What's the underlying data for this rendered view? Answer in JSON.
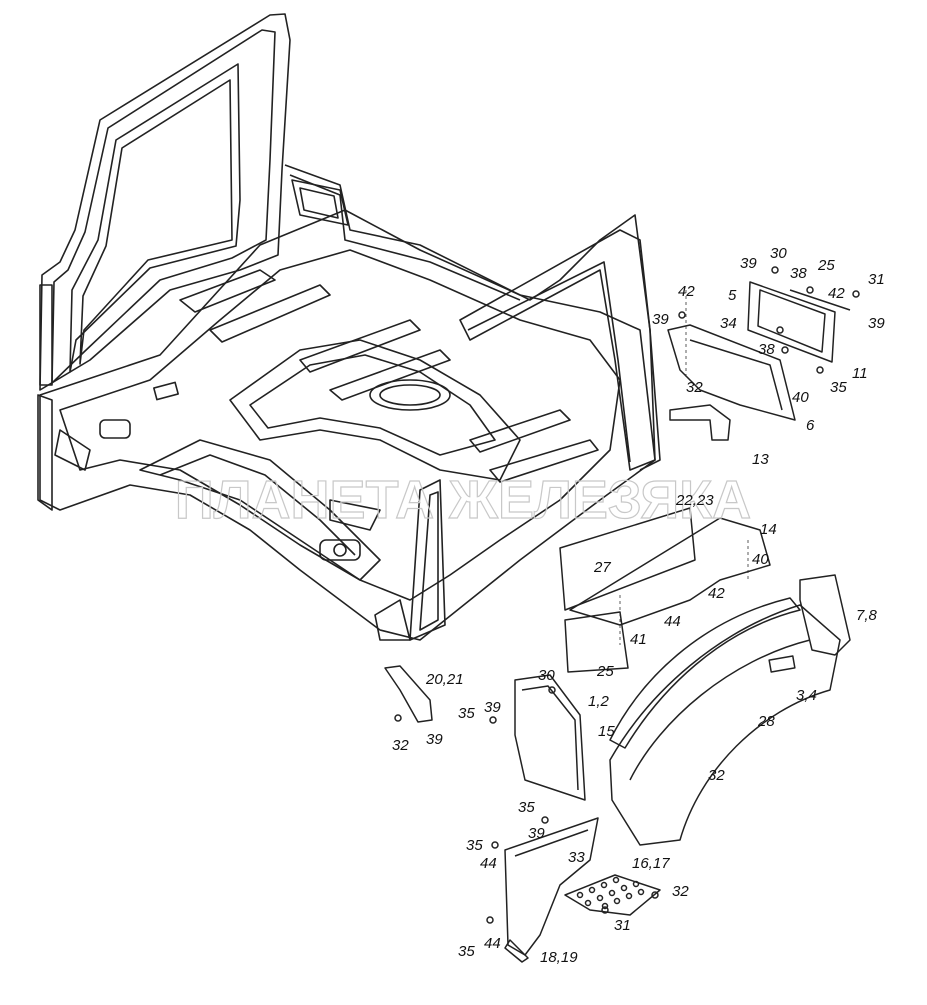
{
  "watermark": "ПЛАНЕТА ЖЕЛЕЗЯКА",
  "labels": {
    "l_30a": "30",
    "l_39a": "39",
    "l_38a": "38",
    "l_25a": "25",
    "l_31a": "31",
    "l_42a": "42",
    "l_5": "5",
    "l_39b": "39",
    "l_34": "34",
    "l_38b": "38",
    "l_40a": "40",
    "l_35a": "35",
    "l_11": "11",
    "l_42b": "42",
    "l_39c": "39",
    "l_32a": "32",
    "l_6": "6",
    "l_13": "13",
    "l_2223": "22,23",
    "l_14": "14",
    "l_27": "27",
    "l_40b": "40",
    "l_42c": "42",
    "l_44a": "44",
    "l_41": "41",
    "l_25b": "25",
    "l_78": "7,8",
    "l_34b": "3,4",
    "l_28": "28",
    "l_15": "15",
    "l_32b": "32",
    "l_2021": "20,21",
    "l_32c": "32",
    "l_39d": "39",
    "l_35b": "35",
    "l_39e": "39",
    "l_30b": "30",
    "l_12": "1,2",
    "l_35c": "35",
    "l_39f": "39",
    "l_35d": "35",
    "l_44b": "44",
    "l_33": "33",
    "l_1617": "16,17",
    "l_32d": "32",
    "l_31b": "31",
    "l_35e": "35",
    "l_44c": "44",
    "l_1819": "18,19"
  }
}
